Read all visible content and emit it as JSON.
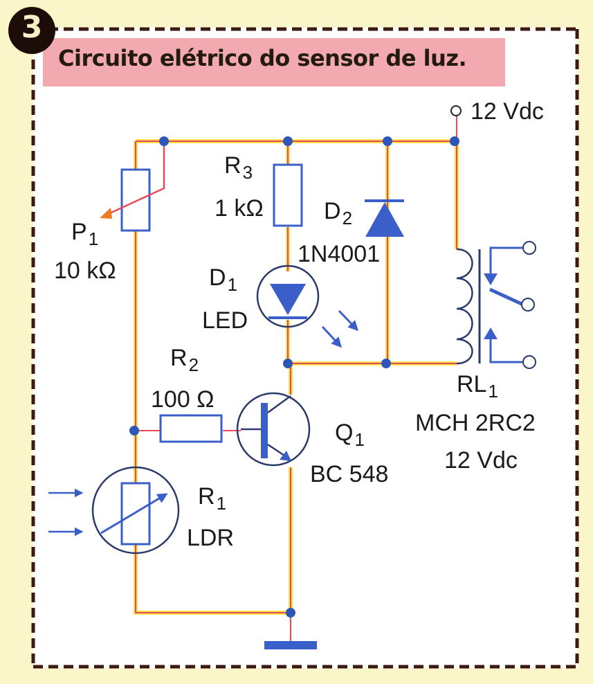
{
  "figure": {
    "number": "3",
    "title": "Circuito elétrico do sensor de luz."
  },
  "colors": {
    "background": "#fbf6c9",
    "panel": "#ffffff",
    "title_band": "#f2a9b0",
    "border_dashes": "#3a1a12",
    "wire_core": "#e84a5a",
    "wire_glow": "#ffe34d",
    "component_blue": "#3a5fc8",
    "node_dot": "#2e56b8",
    "wiper_arrow": "#f07a20",
    "text": "#1a1a1a"
  },
  "supply": {
    "label": "12 Vdc"
  },
  "components": {
    "P1": {
      "designator": "P",
      "index": "1",
      "value": "10 kΩ",
      "type": "potentiometer"
    },
    "R3": {
      "designator": "R",
      "index": "3",
      "value": "1 kΩ",
      "type": "resistor"
    },
    "D2": {
      "designator": "D",
      "index": "2",
      "value": "1N4001",
      "type": "diode"
    },
    "D1": {
      "designator": "D",
      "index": "1",
      "value": "LED",
      "type": "led"
    },
    "R2": {
      "designator": "R",
      "index": "2",
      "value": "100 Ω",
      "type": "resistor"
    },
    "Q1": {
      "designator": "Q",
      "index": "1",
      "value": "BC 548",
      "type": "npn-transistor"
    },
    "R1": {
      "designator": "R",
      "index": "1",
      "value": "LDR",
      "type": "photoresistor"
    },
    "RL1": {
      "designator": "RL",
      "index": "1",
      "value": "MCH 2RC2",
      "rating": "12 Vdc",
      "type": "relay"
    }
  }
}
